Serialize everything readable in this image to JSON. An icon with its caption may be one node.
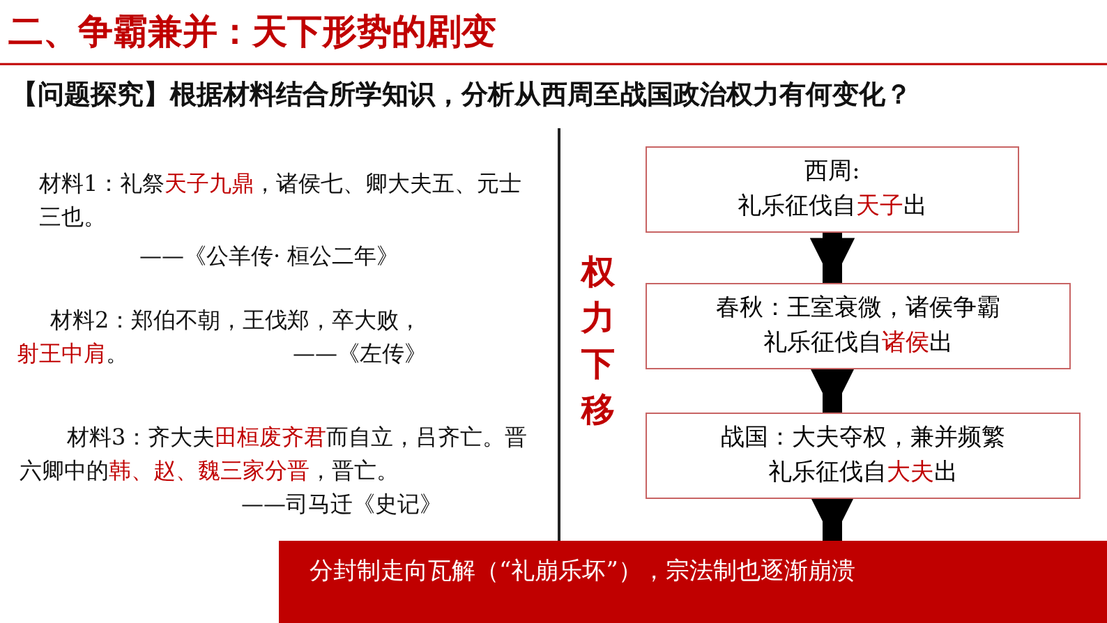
{
  "diagram": {
    "title": "二、争霸兼并：天下形势的剧变",
    "nodes": [
      {
        "text": [
          "西周:",
          "礼乐征伐自**天子**出"
        ]
      },
      {
        "text": [
          "春秋：王室衰微，诸侯争霸",
          "礼乐征伐自**诸侯**出"
        ]
      },
      {
        "text": [
          "战国：大夫夺权，兼并频繁",
          "礼乐征伐自**大夫**出"
        ]
      },
      {
        "text": [
          "分封制走向瓦解（“礼崩乐坏”），宗法制也逐渐崩溃"
        ]
      }
    ],
    "edges": [
      {
        "from": 0,
        "to": 1,
        "arrow": "to"
      },
      {
        "from": 1,
        "to": 2,
        "arrow": "to"
      },
      {
        "from": 2,
        "to": 3,
        "arrow": "to"
      }
    ],
    "labels": [
      "【问题探究】根据材料结合所学知识，分析从西周至战国政治权力有何变化？",
      "材料1：礼祭**天子九鼎**，诸侯七、卿大夫五、元士三也。",
      "——《公羊传· 桓公二年》",
      "材料2：郑伯不朝，王伐郑，卒大败，**射王中肩**。",
      "——《左传》",
      "材料3：齐大夫**田桓废齐君**而自立，吕齐亡。晋六卿中的**韩、赵、魏三家分晋**，晋亡。",
      "——司马迁《史记》",
      "权力下移"
    ]
  }
}
